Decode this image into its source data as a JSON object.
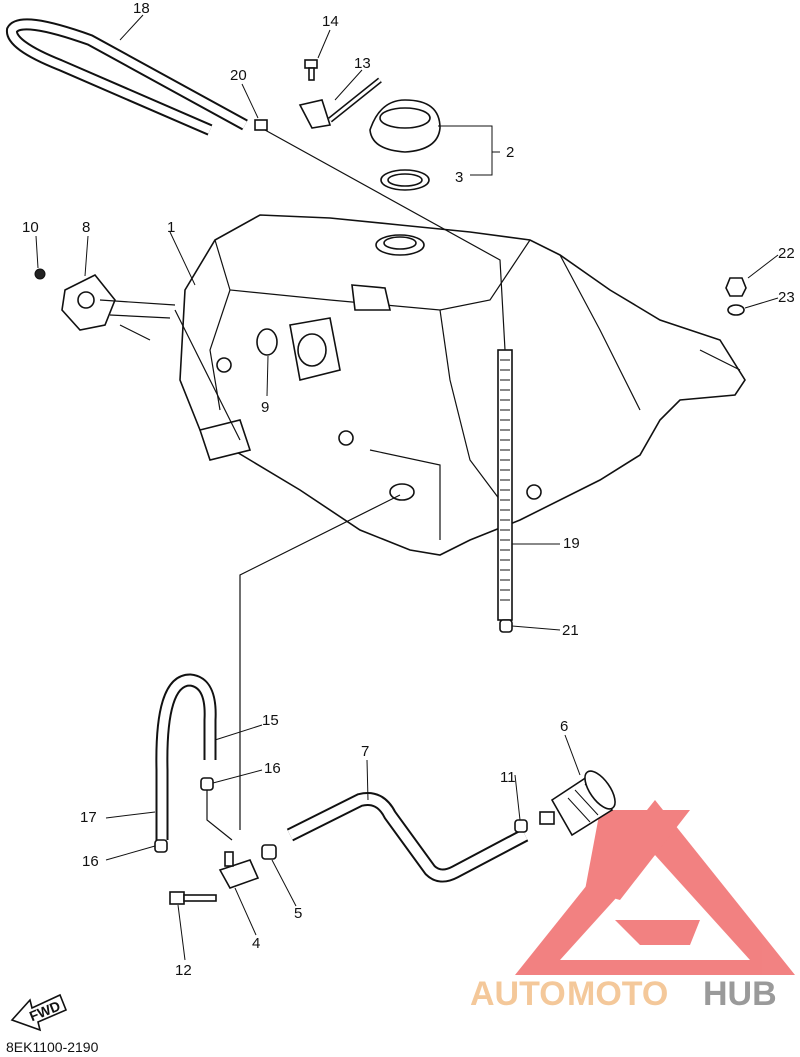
{
  "callouts": [
    "18",
    "14",
    "20",
    "13",
    "2",
    "3",
    "10",
    "8",
    "1",
    "22",
    "23",
    "9",
    "19",
    "21",
    "6",
    "7",
    "15",
    "16",
    "11",
    "17",
    "16",
    "5",
    "4",
    "12"
  ],
  "fwd_label": "FWD",
  "drawing_code": "8EK1100-2190",
  "watermark": {
    "auto": "AUTO",
    "moto": "MOTO",
    "hub": "HUB",
    "logo_color": "#f06c6c",
    "auto_color": "#f4c89a",
    "hub_color": "#9a9a9a"
  }
}
